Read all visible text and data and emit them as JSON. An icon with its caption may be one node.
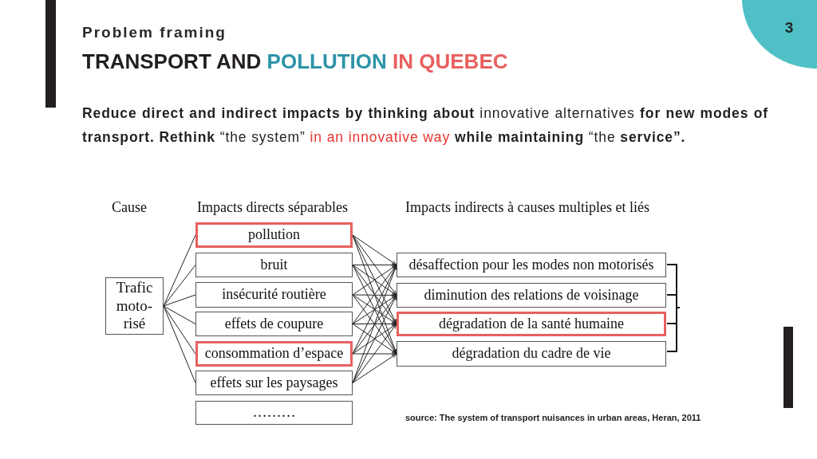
{
  "diagram": {
    "title": "TRANSPORT AND POLLUTION IN QUEBEC",
    "nodes": [
      {
        "text": [
          "Trafic moto-risé"
        ]
      },
      {
        "text": [
          "pollution"
        ]
      },
      {
        "text": [
          "bruit"
        ]
      },
      {
        "text": [
          "insécurité routière"
        ]
      },
      {
        "text": [
          "effets de coupure"
        ]
      },
      {
        "text": [
          "consommation d’espace"
        ]
      },
      {
        "text": [
          "effets sur les paysages"
        ]
      },
      {
        "text": [
          "………"
        ]
      },
      {
        "text": [
          "désaffection pour les modes non motorisés"
        ]
      },
      {
        "text": [
          "diminution des relations de voisinage"
        ]
      },
      {
        "text": [
          "dégradation de la santé humaine"
        ]
      },
      {
        "text": [
          "dégradation du cadre de vie"
        ]
      }
    ],
    "edges": [
      {
        "from": 0,
        "to": 1,
        "arrow": "none"
      },
      {
        "from": 0,
        "to": 2,
        "arrow": "none"
      },
      {
        "from": 0,
        "to": 3,
        "arrow": "none"
      },
      {
        "from": 0,
        "to": 4,
        "arrow": "none"
      },
      {
        "from": 0,
        "to": 5,
        "arrow": "none"
      },
      {
        "from": 0,
        "to": 6,
        "arrow": "none"
      },
      {
        "from": 1,
        "to": 8,
        "arrow": "to"
      },
      {
        "from": 1,
        "to": 9,
        "arrow": "to"
      },
      {
        "from": 1,
        "to": 10,
        "arrow": "to"
      },
      {
        "from": 1,
        "to": 11,
        "arrow": "to"
      },
      {
        "from": 2,
        "to": 8,
        "arrow": "to"
      },
      {
        "from": 2,
        "to": 9,
        "arrow": "to"
      },
      {
        "from": 2,
        "to": 10,
        "arrow": "to"
      },
      {
        "from": 2,
        "to": 11,
        "arrow": "to"
      },
      {
        "from": 3,
        "to": 8,
        "arrow": "to"
      },
      {
        "from": 3,
        "to": 9,
        "arrow": "to"
      },
      {
        "from": 3,
        "to": 10,
        "arrow": "to"
      },
      {
        "from": 3,
        "to": 11,
        "arrow": "to"
      },
      {
        "from": 4,
        "to": 8,
        "arrow": "to"
      },
      {
        "from": 4,
        "to": 9,
        "arrow": "to"
      },
      {
        "from": 4,
        "to": 10,
        "arrow": "to"
      },
      {
        "from": 4,
        "to": 11,
        "arrow": "to"
      },
      {
        "from": 5,
        "to": 8,
        "arrow": "to"
      },
      {
        "from": 5,
        "to": 9,
        "arrow": "to"
      },
      {
        "from": 5,
        "to": 10,
        "arrow": "to"
      },
      {
        "from": 5,
        "to": 11,
        "arrow": "to"
      },
      {
        "from": 6,
        "to": 8,
        "arrow": "to"
      },
      {
        "from": 6,
        "to": 9,
        "arrow": "to"
      },
      {
        "from": 6,
        "to": 10,
        "arrow": "to"
      },
      {
        "from": 6,
        "to": 11,
        "arrow": "to"
      }
    ],
    "labels": [
      "3",
      "Problem framing",
      "**Reduce direct and indirect impacts by thinking about** innovative alternatives **for new modes of transport. Rethink** “the system” *in an innovative way* **while maintaining** “the **service”.**",
      "Cause",
      "Impacts directs séparables",
      "Impacts indirects à causes multiples et liés",
      "source: The system of transport nuisances in urban areas, Heran, 2011"
    ]
  }
}
